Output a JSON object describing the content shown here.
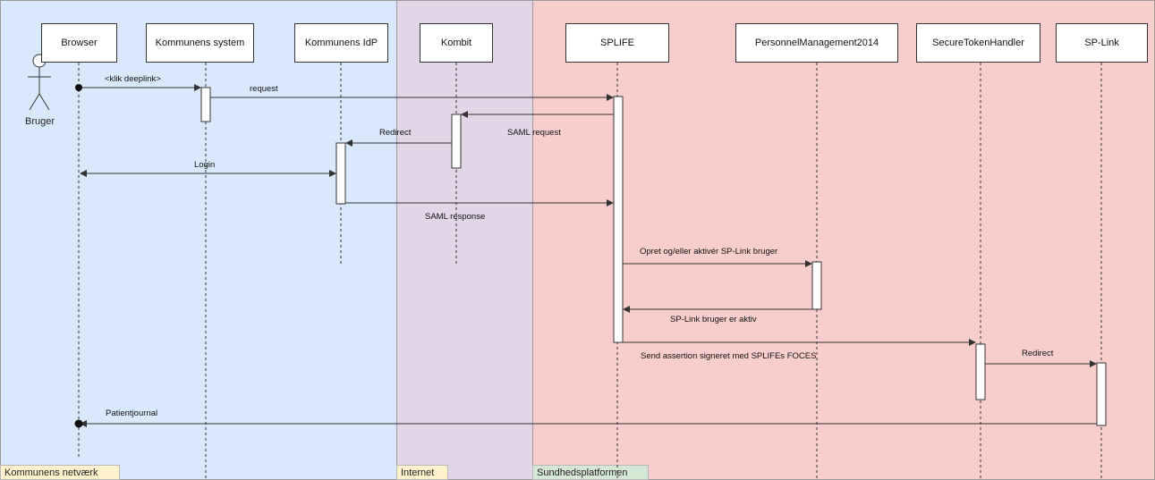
{
  "colors": {
    "zone_municipal": "#dae8fc",
    "zone_internet": "#e1d5e7",
    "zone_platform": "#f8cecc",
    "label_yellow": "#fff2cc",
    "label_green": "#d5e8d4",
    "line": "#333333"
  },
  "zones": [
    {
      "label": "Kommunens netværk"
    },
    {
      "label": "Internet"
    },
    {
      "label": "Sundhedsplatformen"
    }
  ],
  "actor": {
    "label": "Bruger",
    "icon": "stick-figure-icon"
  },
  "participants": [
    {
      "label": "Browser"
    },
    {
      "label": "Kommunens system"
    },
    {
      "label": "Kommunens IdP"
    },
    {
      "label": "Kombit"
    },
    {
      "label": "SPLIFE"
    },
    {
      "label": "PersonnelManagement2014"
    },
    {
      "label": "SecureTokenHandler"
    },
    {
      "label": "SP-Link"
    }
  ],
  "messages": [
    {
      "label": "<klik deeplink>"
    },
    {
      "label": "request"
    },
    {
      "label": "SAML request"
    },
    {
      "label": "Redirect"
    },
    {
      "label": "Login"
    },
    {
      "label": "SAML response"
    },
    {
      "label": "Opret og/eller aktivér SP-Link bruger"
    },
    {
      "label": "SP-Link bruger er aktiv"
    },
    {
      "label": "Send assertion signeret med SPLIFEs FOCES"
    },
    {
      "label": "Redirect"
    },
    {
      "label": "Patientjournal"
    }
  ]
}
